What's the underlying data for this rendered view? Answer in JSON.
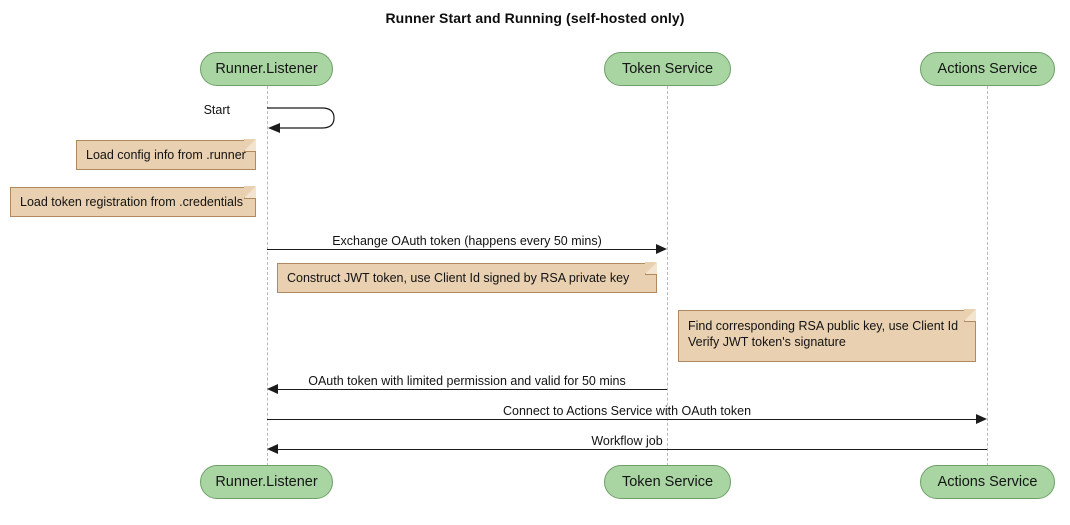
{
  "diagram": {
    "title": "Runner Start and Running (self-hosted only)",
    "type": "sequence-diagram",
    "colors": {
      "actor_fill": "#a9d5a3",
      "actor_border": "#6f9f68",
      "note_fill": "#e9d0b0",
      "note_border": "#b08a5e",
      "line": "#1b1b1b",
      "lifeline": "#b9b9b9",
      "background": "#ffffff"
    },
    "actors": [
      {
        "id": "runner",
        "label": "Runner.Listener"
      },
      {
        "id": "token",
        "label": "Token Service"
      },
      {
        "id": "actions",
        "label": "Actions Service"
      }
    ],
    "self_messages": [
      {
        "id": "start",
        "label": "Start",
        "actor": "runner"
      }
    ],
    "notes": [
      {
        "id": "note-load-config",
        "lines": [
          "Load config info from .runner"
        ]
      },
      {
        "id": "note-load-token",
        "lines": [
          "Load token registration from .credentials"
        ]
      },
      {
        "id": "note-construct-jwt",
        "lines": [
          "Construct JWT token, use Client Id signed by RSA private key"
        ]
      },
      {
        "id": "note-verify-jwt",
        "lines": [
          "Find corresponding RSA public key, use Client Id",
          "Verify JWT token's signature"
        ]
      }
    ],
    "messages": [
      {
        "id": "msg-exchange-oauth",
        "label": "Exchange OAuth token (happens every 50 mins)",
        "from": "runner",
        "to": "token",
        "direction": "right"
      },
      {
        "id": "msg-oauth-token",
        "label": "OAuth token with limited permission and valid for 50 mins",
        "from": "token",
        "to": "runner",
        "direction": "left"
      },
      {
        "id": "msg-connect-actions",
        "label": "Connect to Actions Service with OAuth token",
        "from": "runner",
        "to": "actions",
        "direction": "right"
      },
      {
        "id": "msg-workflow-job",
        "label": "Workflow job",
        "from": "actions",
        "to": "runner",
        "direction": "left"
      }
    ]
  }
}
